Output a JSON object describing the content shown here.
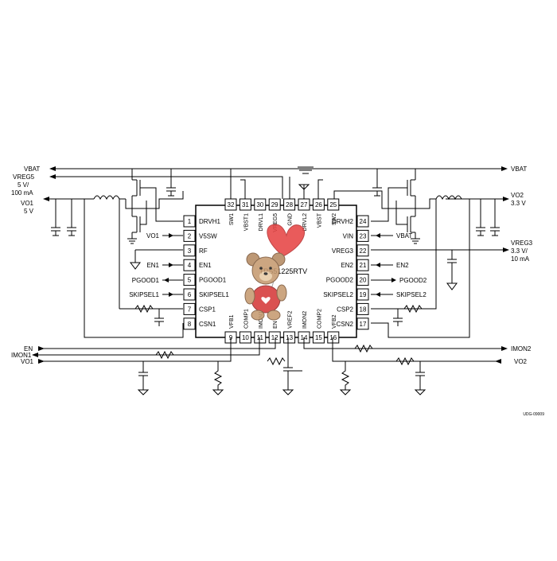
{
  "ic": {
    "part_number": "TPS51225RTV",
    "left_pins": [
      {
        "num": "1",
        "name": "DRVH1"
      },
      {
        "num": "2",
        "name": "V5SW"
      },
      {
        "num": "3",
        "name": "RF"
      },
      {
        "num": "4",
        "name": "EN1"
      },
      {
        "num": "5",
        "name": "PGOOD1"
      },
      {
        "num": "6",
        "name": "SKIPSEL1"
      },
      {
        "num": "7",
        "name": "CSP1"
      },
      {
        "num": "8",
        "name": "CSN1"
      }
    ],
    "bottom_pins": [
      {
        "num": "9",
        "name": "VFB1"
      },
      {
        "num": "10",
        "name": "COMP1"
      },
      {
        "num": "11",
        "name": "IMON1"
      },
      {
        "num": "12",
        "name": "EN"
      },
      {
        "num": "13",
        "name": "VREF2"
      },
      {
        "num": "14",
        "name": "IMON2"
      },
      {
        "num": "15",
        "name": "COMP2"
      },
      {
        "num": "16",
        "name": "VFB2"
      }
    ],
    "right_pins": [
      {
        "num": "24",
        "name": "DRVH2"
      },
      {
        "num": "23",
        "name": "VIN"
      },
      {
        "num": "22",
        "name": "VREG3"
      },
      {
        "num": "21",
        "name": "EN2"
      },
      {
        "num": "20",
        "name": "PGOOD2"
      },
      {
        "num": "19",
        "name": "SKIPSEL2"
      },
      {
        "num": "18",
        "name": "CSP2"
      },
      {
        "num": "17",
        "name": "CSN2"
      }
    ],
    "top_pins": [
      {
        "num": "32",
        "name": "SW1"
      },
      {
        "num": "31",
        "name": "VBST1"
      },
      {
        "num": "30",
        "name": "DRVL1"
      },
      {
        "num": "29",
        "name": "VREG5"
      },
      {
        "num": "28",
        "name": "GND"
      },
      {
        "num": "27",
        "name": "DRVL2"
      },
      {
        "num": "26",
        "name": "VBST"
      },
      {
        "num": "25",
        "name": "SW2"
      }
    ]
  },
  "nets": {
    "vbat_left": "VBAT",
    "vreg5": "VREG5",
    "vreg5_spec_v": "5 V/",
    "vreg5_spec_i": "100 mA",
    "vo1": "VO1",
    "vo1_v": "5 V",
    "vbat_right": "VBAT",
    "vo2": "VO2",
    "vo2_v": "3.3 V",
    "vreg3": "VREG3",
    "vreg3_spec_v": "3.3 V/",
    "vreg3_spec_i": "10 mA",
    "vo1_in": "VO1",
    "en1_in": "EN1",
    "pgood1_out": "PGOOD1",
    "skipsel1_in": "SKIPSEL1",
    "vbat_vin": "VBAT",
    "en2_in": "EN2",
    "pgood2_out": "PGOOD2",
    "skipsel2_in": "SKIPSEL2",
    "en_bottom": "EN",
    "imon1_bottom": "IMON1",
    "vo1_bottom": "VO1",
    "imon2_bottom": "IMON2",
    "vo2_bottom": "VO2"
  },
  "figure_id": "UDG-09009",
  "icons": {
    "watermark": "teddy-bear-with-heart-balloon-icon"
  }
}
